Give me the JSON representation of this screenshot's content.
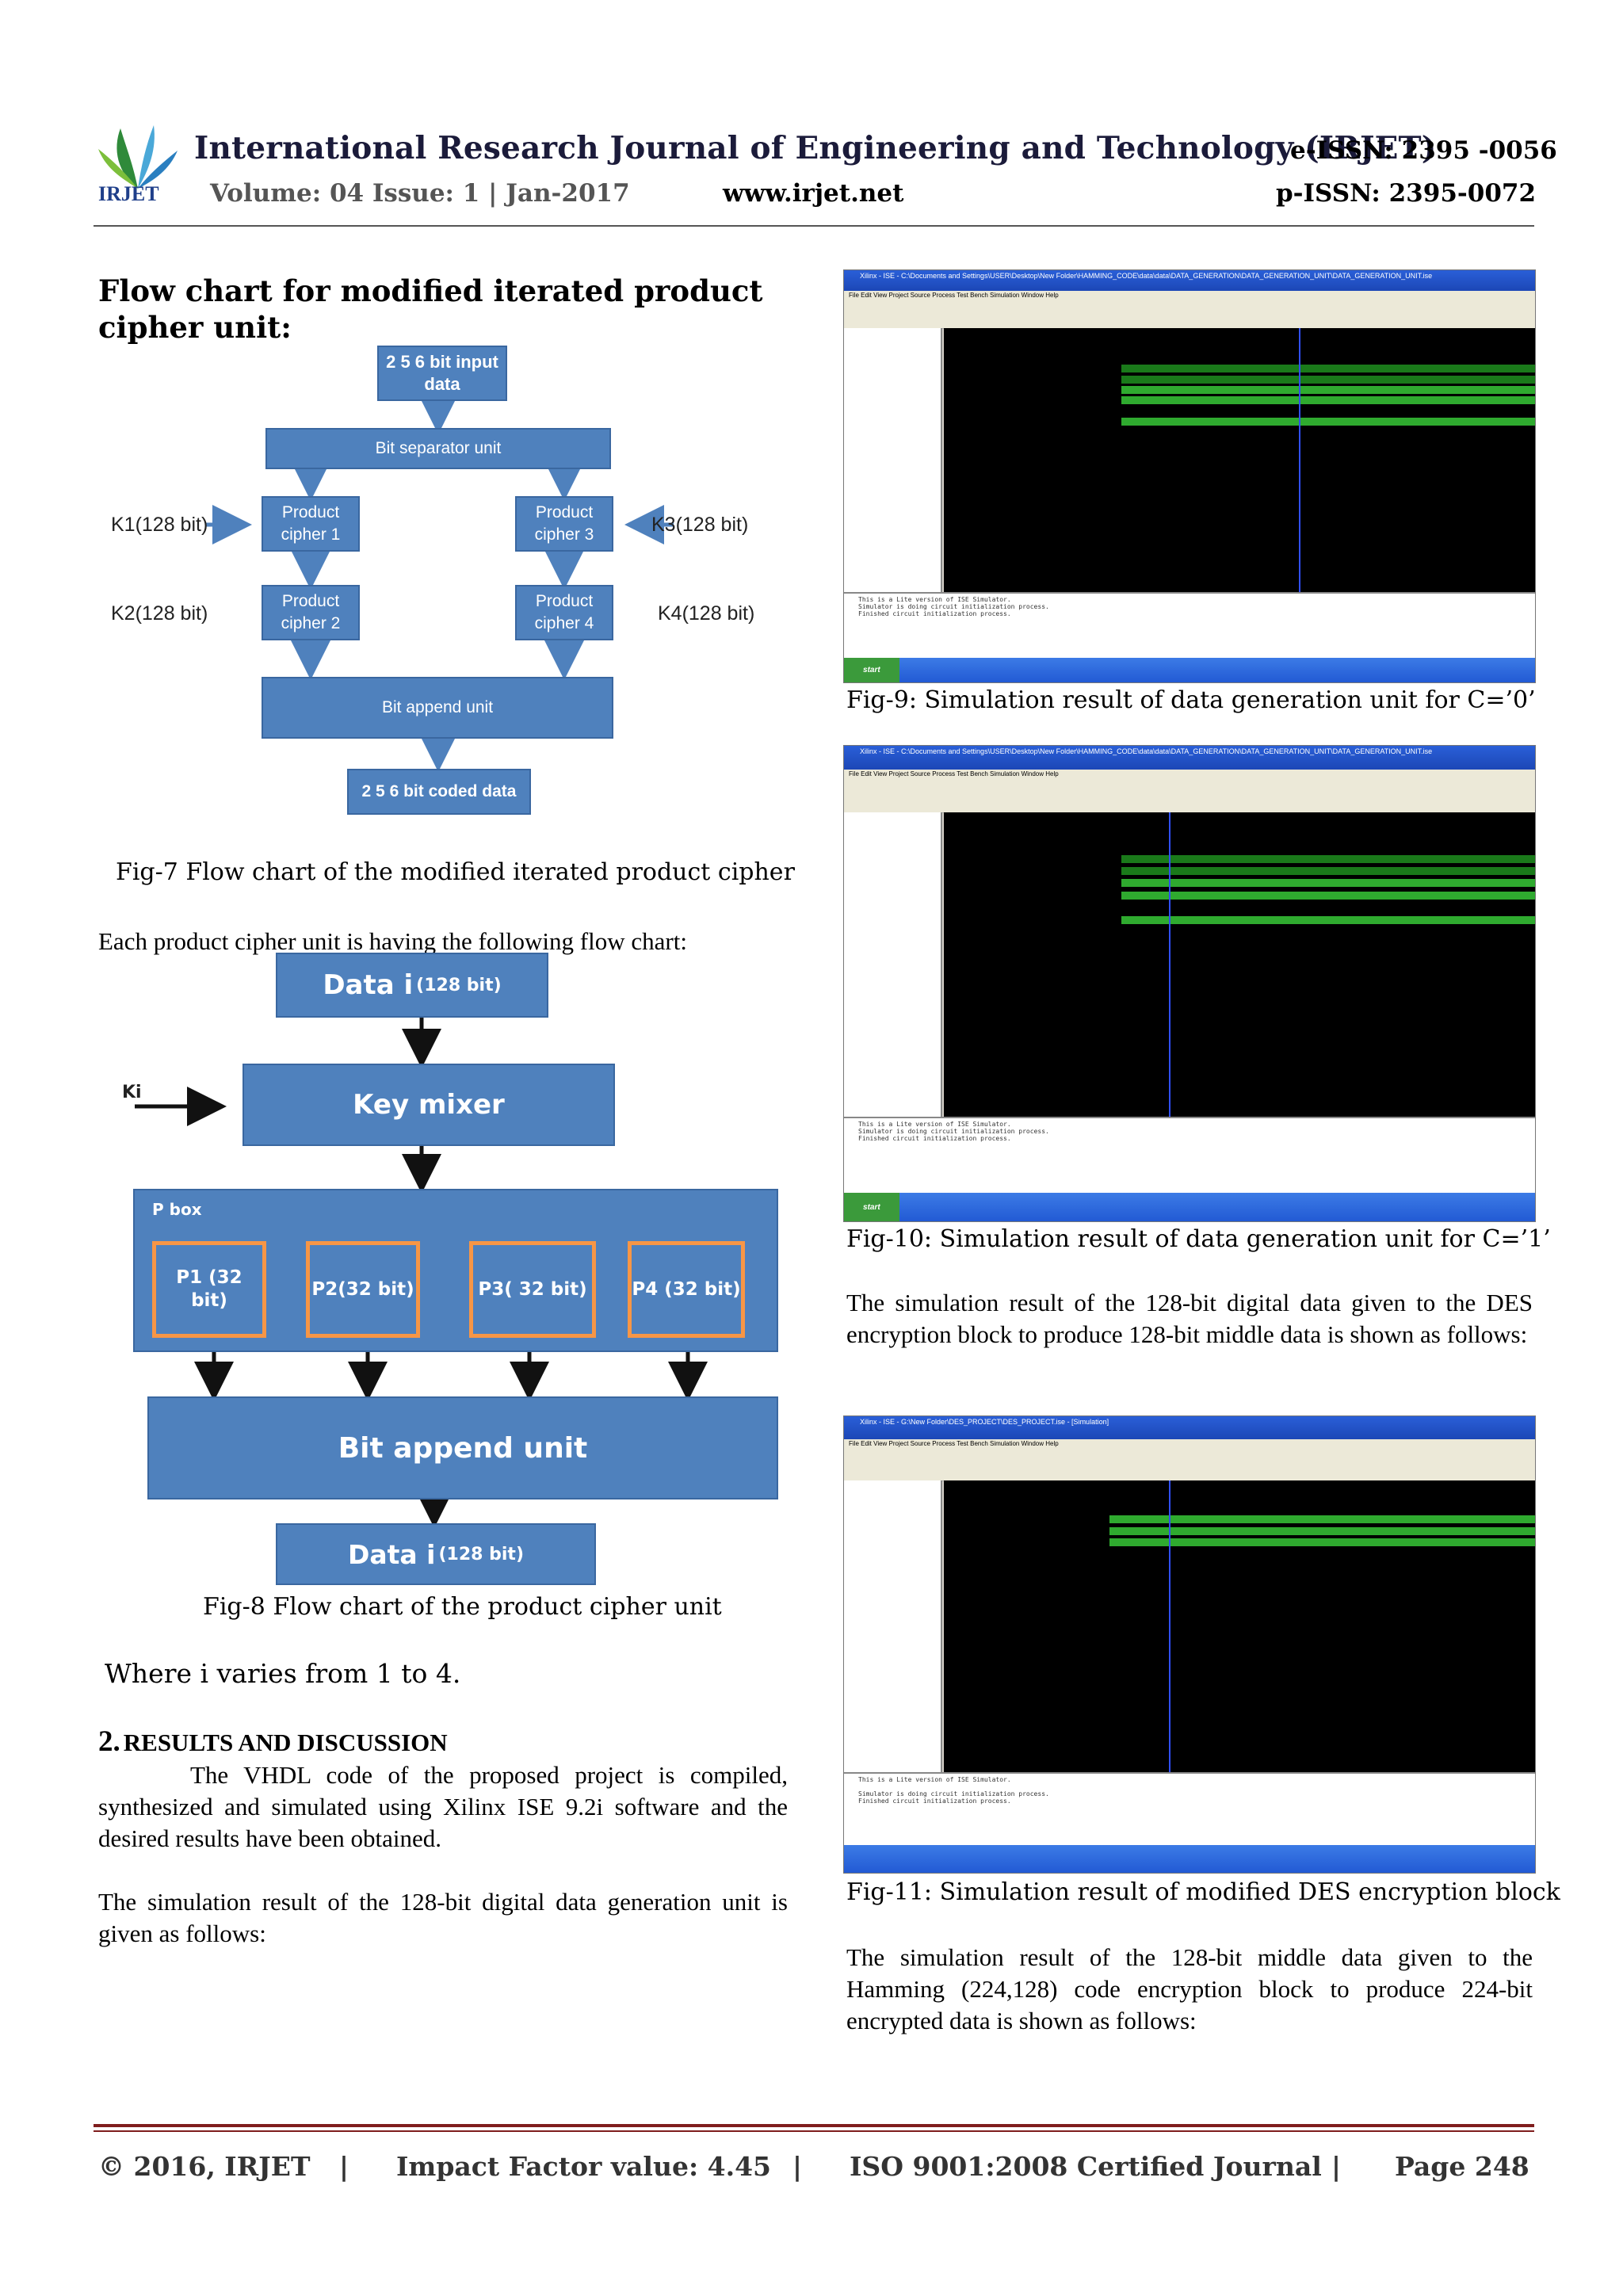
{
  "header": {
    "journal": "International Research Journal of Engineering and Technology (IRJET)",
    "eissn": "e-ISSN: 2395 -0056",
    "volume": "Volume: 04 Issue: 1 | Jan-2017",
    "website": "www.irjet.net",
    "pissn": "p-ISSN: 2395-0072",
    "logo_text": "IRJET"
  },
  "left": {
    "heading": "Flow chart for modified iterated product cipher unit:",
    "fc1": {
      "input": "2 5 6  bit input data",
      "separator": "Bit separator unit",
      "pc1": "Product cipher 1",
      "pc3": "Product cipher 3",
      "pc2": "Product cipher 2",
      "pc4": "Product cipher 4",
      "append": "Bit append unit",
      "output": "2 5 6  bit coded data",
      "k1": "K1(128 bit)",
      "k2": "K2(128 bit)",
      "k3": "K3(128 bit)",
      "k4": "K4(128 bit)"
    },
    "fig7": "Fig-7 Flow chart of the modified iterated product cipher",
    "intro_fc2": "Each product cipher unit is having the following flow chart:",
    "fc2": {
      "input_main": "Data i",
      "input_sub": "(128 bit)",
      "ki": "Ki",
      "mixer": "Key mixer",
      "pbox": "P box",
      "p1": "P1 (32 bit)",
      "p2": "P2(32 bit)",
      "p3": "P3( 32 bit)",
      "p4": "P4 (32 bit)",
      "append": "Bit append unit",
      "output_main": "Data i",
      "output_sub": "(128 bit)"
    },
    "fig8": "Fig-8 Flow chart of the product cipher unit",
    "where": "Where i varies from 1 to 4.",
    "section_num": "2.",
    "section_title": "RESULTS AND DISCUSSION",
    "para1": "The VHDL code of the proposed project is compiled, synthesized and simulated using Xilinx ISE 9.2i software and the desired results have been obtained.",
    "para2": "The simulation result of the 128-bit digital data generation unit is given as follows:"
  },
  "right": {
    "shot1": {
      "title": "Xilinx - ISE - C:\\Documents and Settings\\USER\\Desktop\\New Folder\\HAMMING_CODE\\data\\data\\DATA_GENERATION\\DATA_GENERATION_UNIT\\DATA_GENERATION_UNIT.ise",
      "menu": "File  Edit  View  Project  Source  Process  Test Bench  Simulation  Window  Help",
      "console": "This is a Lite version of ISE Simulator.\nSimulator is doing circuit initialization process.\nFinished circuit initialization process.",
      "start": "start"
    },
    "fig9": "Fig-9: Simulation result of data generation unit for C=’0’",
    "shot2": {
      "title": "Xilinx - ISE - C:\\Documents and Settings\\USER\\Desktop\\New Folder\\HAMMING_CODE\\data\\data\\DATA_GENERATION\\DATA_GENERATION_UNIT\\DATA_GENERATION_UNIT.ise",
      "menu": "File  Edit  View  Project  Source  Process  Test Bench  Simulation  Window  Help",
      "console": "This is a Lite version of ISE Simulator.\nSimulator is doing circuit initialization process.\nFinished circuit initialization process.",
      "start": "start"
    },
    "fig10": "Fig-10: Simulation result of data generation unit for C=’1’",
    "para3": "The simulation result of the 128-bit digital data given to the DES encryption block to produce 128-bit middle data is shown as follows:",
    "shot3": {
      "title": "Xilinx - ISE - G:\\New Folder\\DES_PROJECT\\DES_PROJECT.ise - [Simulation]",
      "menu": "File  Edit  View  Project  Source  Process  Test Bench  Simulation  Window  Help",
      "console": "This is a Lite version of ISE Simulator.\n\nSimulator is doing circuit initialization process.\nFinished circuit initialization process.",
      "start": ""
    },
    "fig11": "Fig-11: Simulation result of modified DES encryption block",
    "para4": "The simulation result of the 128-bit middle data given to the Hamming (224,128) code encryption block to produce 224-bit encrypted data is shown as follows:"
  },
  "footer": {
    "copyright": "© 2016, IRJET",
    "sep1": "|",
    "impact": "Impact Factor value: 4.45",
    "sep2": "|",
    "iso": "ISO 9001:2008 Certified Journal",
    "sep3": "|",
    "page": "Page 248"
  }
}
